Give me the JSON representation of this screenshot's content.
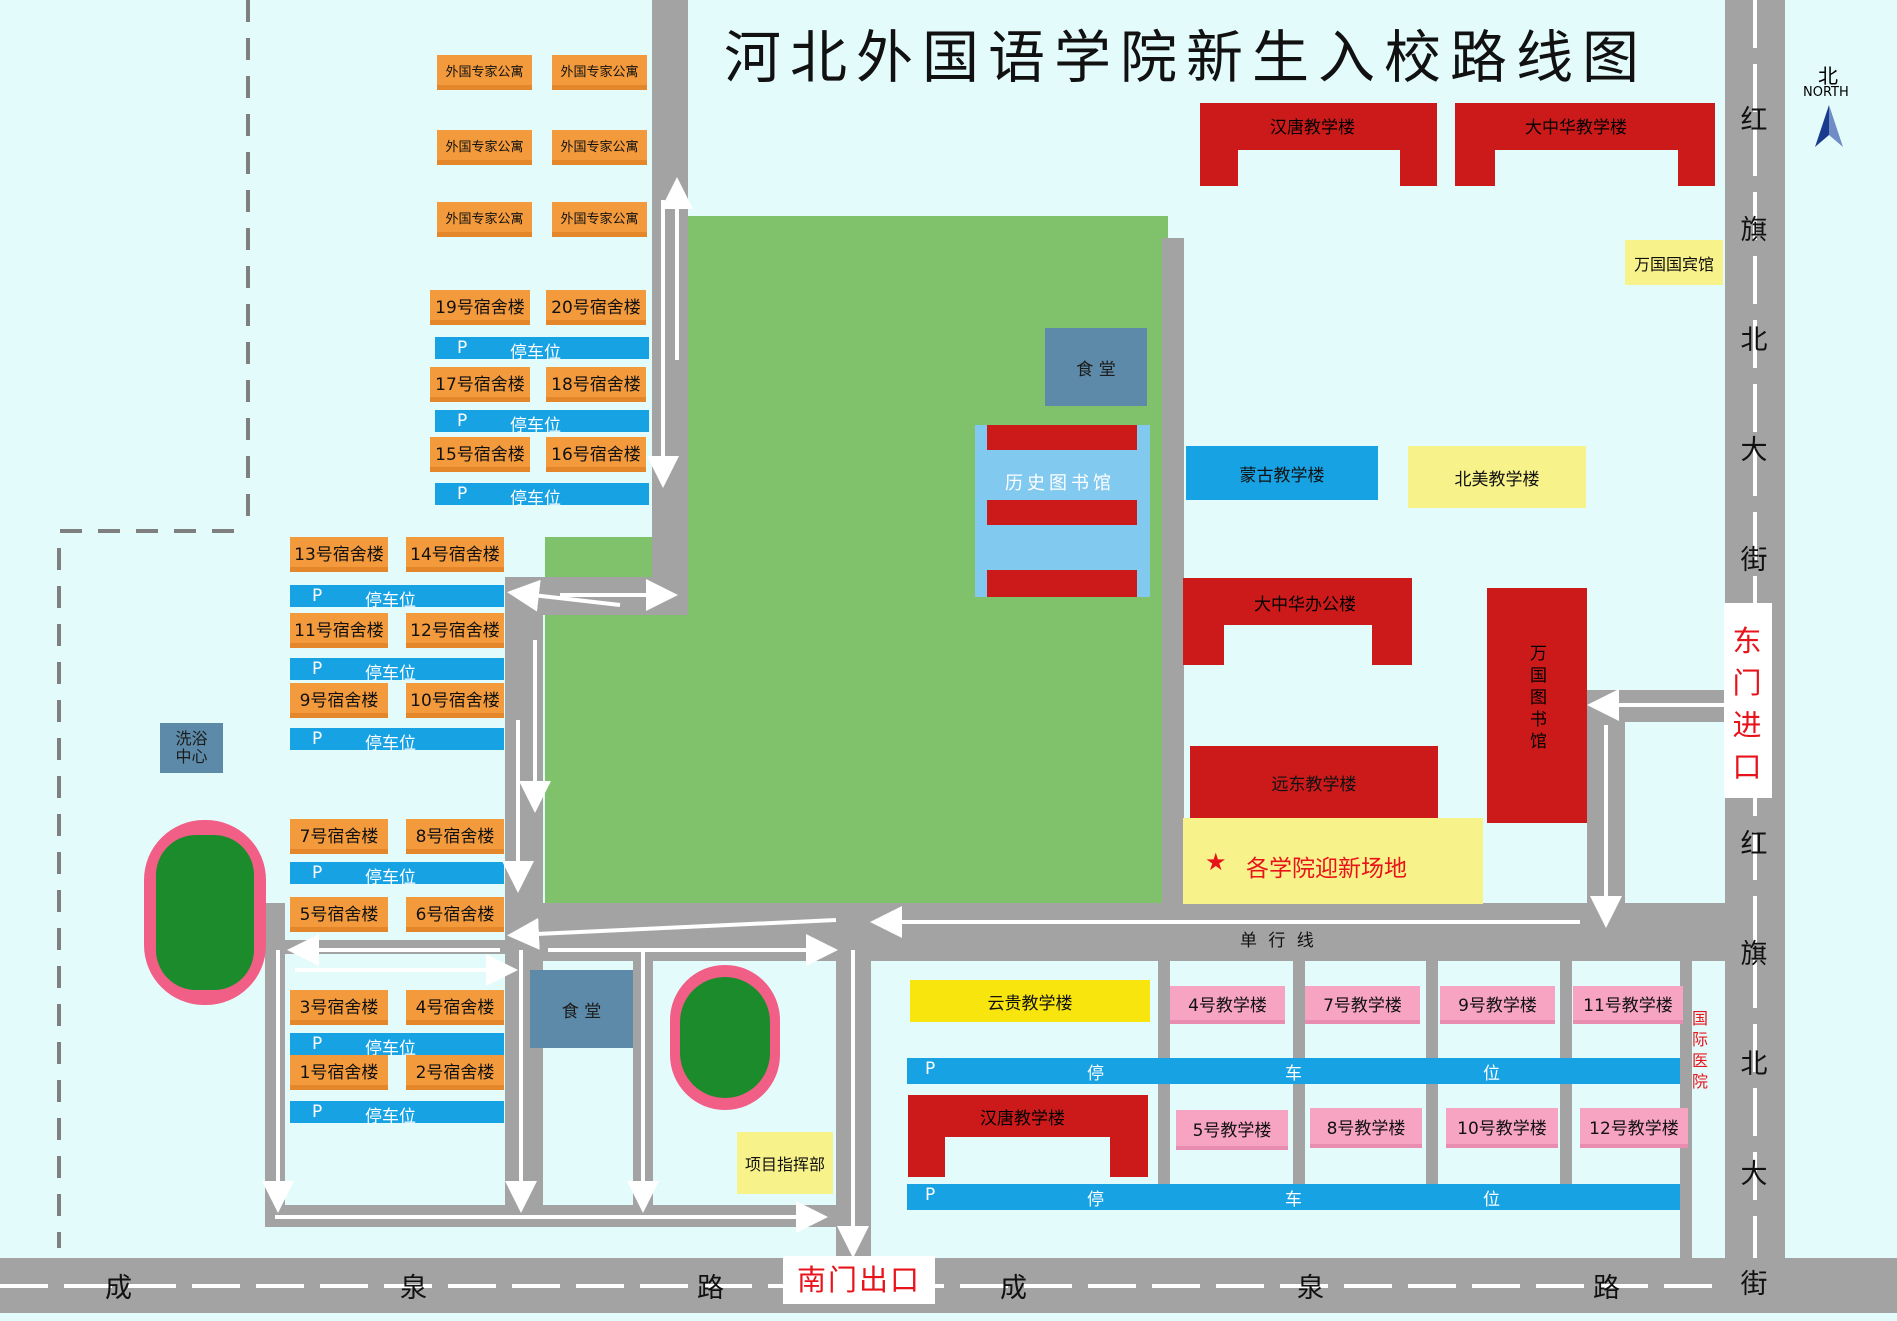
{
  "title": "河北外国语学院新生入校路线图",
  "compass": {
    "cn": "北",
    "en": "NORTH"
  },
  "roads": {
    "south_chars": [
      "成",
      "泉",
      "路",
      "成",
      "泉",
      "路"
    ],
    "east_chars_upper": [
      "红",
      "旗",
      "北",
      "大",
      "街"
    ],
    "east_chars_lower": [
      "红",
      "旗",
      "北",
      "大",
      "街"
    ],
    "one_way": "单 行 线"
  },
  "gates": {
    "east_entry": [
      "东",
      "门",
      "进",
      "口"
    ],
    "south_exit": "南门出口"
  },
  "apartments": [
    "外国专家公寓",
    "外国专家公寓",
    "外国专家公寓",
    "外国专家公寓",
    "外国专家公寓",
    "外国专家公寓"
  ],
  "dorms": {
    "d19": "19号宿舍楼",
    "d20": "20号宿舍楼",
    "d17": "17号宿舍楼",
    "d18": "18号宿舍楼",
    "d15": "15号宿舍楼",
    "d16": "16号宿舍楼",
    "d13": "13号宿舍楼",
    "d14": "14号宿舍楼",
    "d11": "11号宿舍楼",
    "d12": "12号宿舍楼",
    "d9": "9号宿舍楼",
    "d10": "10号宿舍楼",
    "d7": "7号宿舍楼",
    "d8": "8号宿舍楼",
    "d5": "5号宿舍楼",
    "d6": "6号宿舍楼",
    "d3": "3号宿舍楼",
    "d4": "4号宿舍楼",
    "d1": "1号宿舍楼",
    "d2": "2号宿舍楼"
  },
  "parking": {
    "p": "P",
    "label": "停车位",
    "chars": [
      "停",
      "车",
      "位"
    ]
  },
  "facilities": {
    "canteen1": "食 堂",
    "canteen2": "食 堂",
    "bath": "洗浴\n中心",
    "history_library": "历史图书馆",
    "project_hq": "项目指挥部",
    "welcome": "各学院迎新场地",
    "hospital": "国际医院"
  },
  "teaching": {
    "hantang_north": "汉唐教学楼",
    "dazhonghua": "大中华教学楼",
    "wanguo_hotel": "万国国宾馆",
    "menggu": "蒙古教学楼",
    "beimei": "北美教学楼",
    "dzh_office": "大中华办公楼",
    "wanguo_lib": "万国图书馆",
    "yuandong": "远东教学楼",
    "yungui": "云贵教学楼",
    "hantang_south": "汉唐教学楼",
    "t4": "4号教学楼",
    "t7": "7号教学楼",
    "t9": "9号教学楼",
    "t11": "11号教学楼",
    "t5": "5号教学楼",
    "t8": "8号教学楼",
    "t10": "10号教学楼",
    "t12": "12号教学楼"
  },
  "colors": {
    "background": "#e3fbfb",
    "road": "#a3a3a3",
    "field": "#80c26b",
    "dorm": "#f39a3c",
    "parking": "#16a2e3",
    "teaching_red": "#cc1a1a",
    "gate_text": "#e8141b"
  },
  "icons": {
    "compass": "north-arrow-icon",
    "star": "star-icon",
    "pitch": "soccer-field-icon"
  }
}
